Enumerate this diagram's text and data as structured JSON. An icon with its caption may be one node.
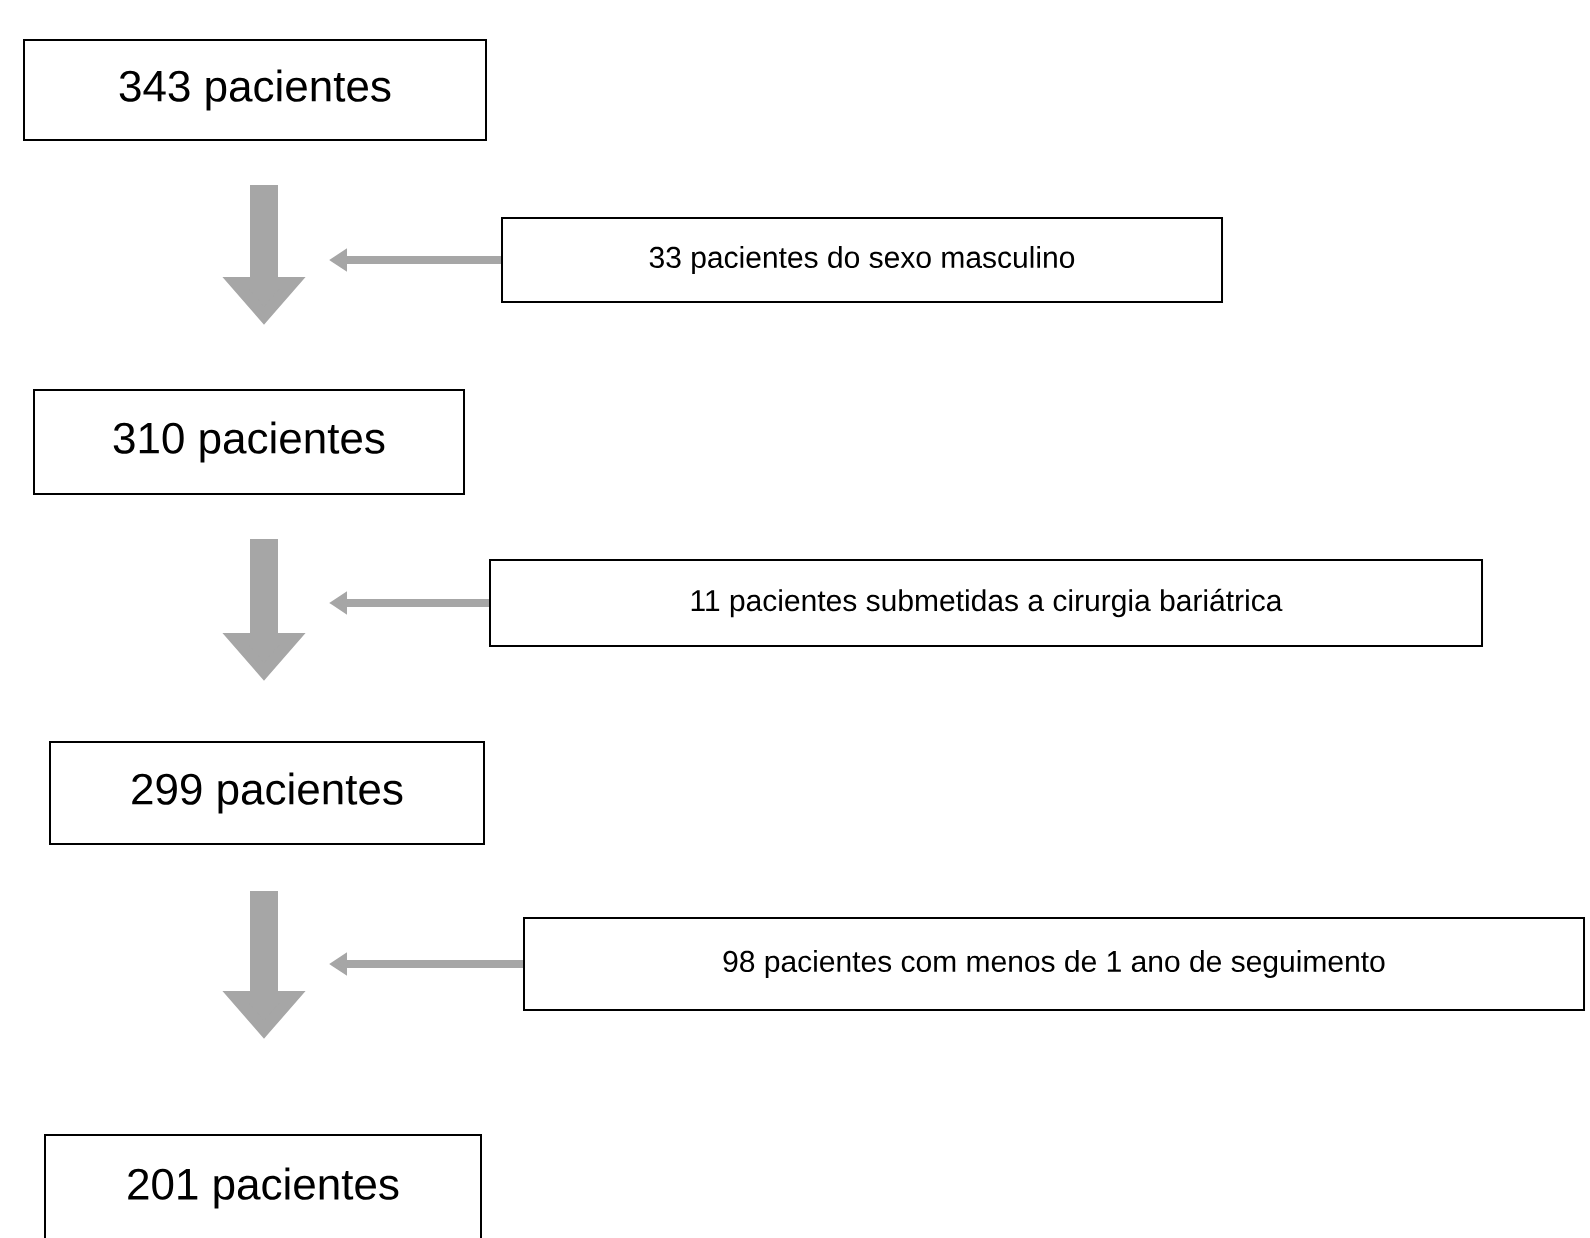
{
  "diagram": {
    "nodes": [
      {
        "text": [
          "343 pacientes"
        ]
      },
      {
        "text": [
          "33 pacientes do sexo masculino"
        ]
      },
      {
        "text": [
          "310 pacientes"
        ]
      },
      {
        "text": [
          "11 pacientes submetidas a cirurgia bariátrica"
        ]
      },
      {
        "text": [
          "299 pacientes"
        ]
      },
      {
        "text": [
          "98 pacientes com menos de 1 ano de seguimento"
        ]
      },
      {
        "text": [
          "201 pacientes"
        ]
      }
    ],
    "edges": [
      {
        "from": 0,
        "to": 2,
        "arrow": "to",
        "style": "thick"
      },
      {
        "from": 1,
        "to": null,
        "arrow": "to"
      },
      {
        "from": 2,
        "to": 4,
        "arrow": "to",
        "style": "thick"
      },
      {
        "from": 3,
        "to": null,
        "arrow": "to"
      },
      {
        "from": 4,
        "to": 6,
        "arrow": "to",
        "style": "thick"
      },
      {
        "from": 5,
        "to": null,
        "arrow": "to"
      }
    ]
  }
}
